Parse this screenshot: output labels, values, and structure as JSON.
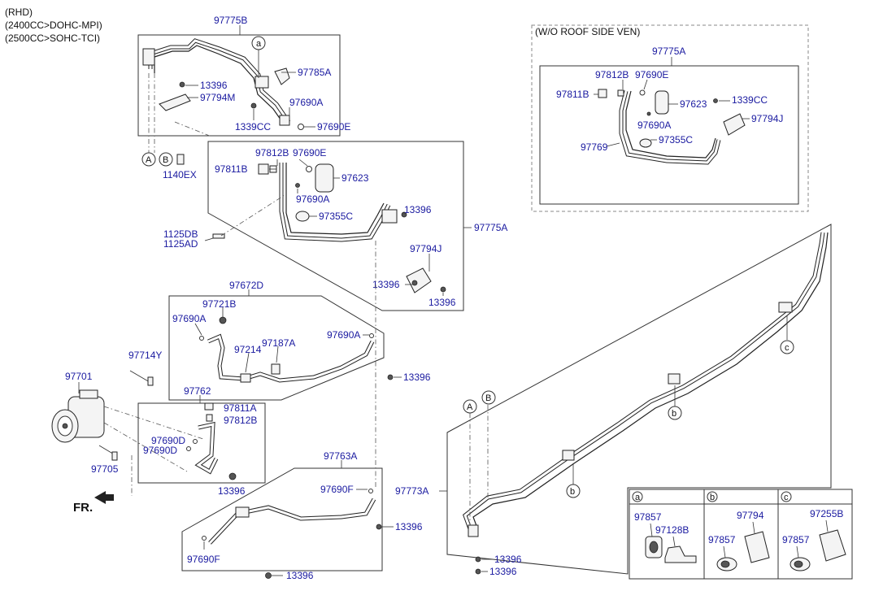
{
  "notes": {
    "rhd": "(RHD)",
    "engine1": "(2400CC>DOHC-MPI)",
    "engine2": "(2500CC>SOHC-TCI)",
    "wo_roof": "(W/O ROOF SIDE VEN)",
    "front": "FR."
  },
  "parts": {
    "p97775B": "97775B",
    "p97785A": "97785A",
    "p13396_a": "13396",
    "p97794M": "97794M",
    "p97690A_a": "97690A",
    "p1339CC_a": "1339CC",
    "p97690E_a": "97690E",
    "p1140EX": "1140EX",
    "p97812B_a": "97812B",
    "p97690E_b": "97690E",
    "p97811B_a": "97811B",
    "p97623_a": "97623",
    "p97690A_b": "97690A",
    "p13396_b": "13396",
    "p97355C_a": "97355C",
    "p97775A_a": "97775A",
    "p1125DB": "1125DB",
    "p1125AD": "1125AD",
    "p97794J_a": "97794J",
    "p13396_c": "13396",
    "p13396_d": "13396",
    "p97672D": "97672D",
    "p97721B": "97721B",
    "p97690A_c": "97690A",
    "p97690A_d": "97690A",
    "p97214": "97214",
    "p97187A": "97187A",
    "p97714Y": "97714Y",
    "p13396_e": "13396",
    "p97701": "97701",
    "p97762": "97762",
    "p97811A": "97811A",
    "p97812B_b": "97812B",
    "p97690D_a": "97690D",
    "p97690D_b": "97690D",
    "p97705": "97705",
    "p13396_f": "13396",
    "p97763A": "97763A",
    "p97690F_a": "97690F",
    "p13396_g": "13396",
    "p97690F_b": "97690F",
    "p13396_h": "13396",
    "p97775A_b": "97775A",
    "p97812B_c": "97812B",
    "p97690E_c": "97690E",
    "p97811B_b": "97811B",
    "p97623_b": "97623",
    "p1339CC_b": "1339CC",
    "p97690A_e": "97690A",
    "p97794J_b": "97794J",
    "p97769": "97769",
    "p97355C_b": "97355C",
    "p97773A": "97773A",
    "p13396_i": "13396",
    "p13396_j": "13396"
  },
  "callouts": {
    "a": "a",
    "b": "b",
    "c": "c",
    "A": "A",
    "B": "B"
  },
  "detail_table": {
    "headers": [
      "a",
      "b",
      "c"
    ],
    "a": [
      "97857",
      "97128B"
    ],
    "b": [
      "97794",
      "97857"
    ],
    "c": [
      "97255B",
      "97857"
    ]
  }
}
